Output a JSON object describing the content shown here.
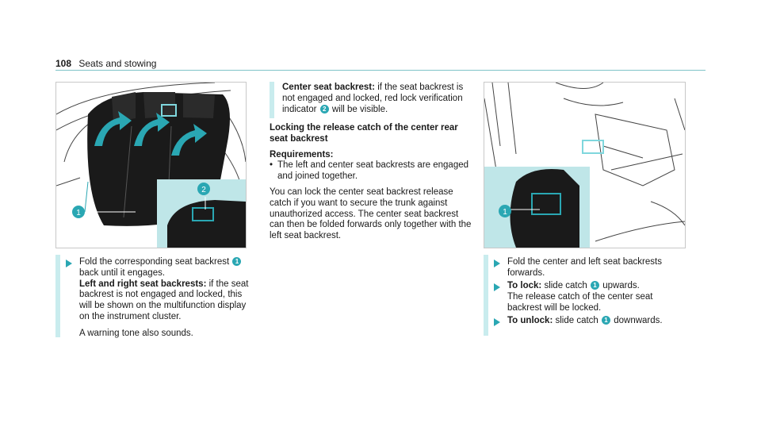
{
  "header": {
    "page_number": "108",
    "section": "Seats and stowing"
  },
  "figures": [
    {
      "callouts": [
        "1",
        "2"
      ]
    },
    {
      "callouts": [
        "1"
      ]
    }
  ],
  "left_column": {
    "step1_text_a": "Fold the corresponding seat backrest",
    "step1_callout": "1",
    "step1_text_b": "back until it engages.",
    "note_title": "Left and right seat backrests:",
    "note_text": "if the seat backrest is not engaged and locked, this will be shown on the multifunction display on the instrument cluster.",
    "warning": "A warning tone also sounds."
  },
  "middle_column": {
    "center_title": "Center seat backrest:",
    "center_text_a": "if the seat backrest is not engaged and locked, red lock verification indicator",
    "center_callout": "2",
    "center_text_b": "will be visible.",
    "locking_heading": "Locking the release catch of the center rear seat backrest",
    "requirements_label": "Requirements:",
    "requirement_bullet": "•",
    "requirement_1": "The left and center seat backrests are engaged and joined together.",
    "body_text": "You can lock the center seat backrest release catch if you want to secure the trunk against unauthorized access. The center seat backrest can then be folded forwards only together with the left seat backrest."
  },
  "right_column": {
    "step1": "Fold the center and left seat backrests forwards.",
    "step2_label": "To lock:",
    "step2_text_a": "slide catch",
    "step2_callout": "1",
    "step2_text_b": "upwards.",
    "step2_note": "The release catch of the center seat backrest will be locked.",
    "step3_label": "To unlock:",
    "step3_text_a": "slide catch",
    "step3_callout": "1",
    "step3_text_b": "downwards."
  },
  "colors": {
    "accent": "#2aa7b3",
    "panel": "#bfe6e8",
    "rule": "#7fc3c8"
  }
}
